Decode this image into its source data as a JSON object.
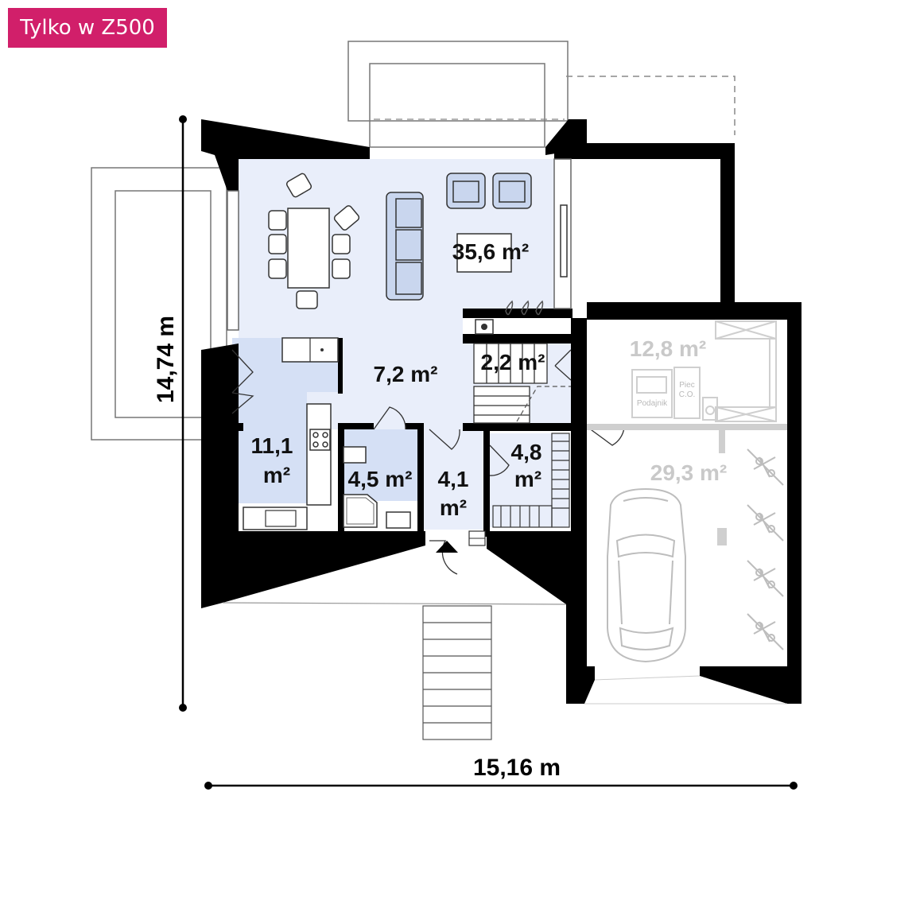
{
  "badge": {
    "label": "Tylko w Z500",
    "color": "#d11f6a"
  },
  "colors": {
    "room_fill": "#e9eefa",
    "kitchen_fill": "#d5e0f5",
    "furniture_fill": "#c9d6ee",
    "wall": "#000000",
    "garage_faded": "#cfcfcf"
  },
  "rooms": {
    "living": "35,6 m²",
    "hall": "7,2 m²",
    "stairs": "2,2 m²",
    "kitchen_line1": "11,1",
    "kitchen_line2": "m²",
    "bathroom": "4,5 m²",
    "vestibule_line1": "4,1",
    "vestibule_line2": "m²",
    "wardrobe_line1": "4,8",
    "wardrobe_line2": "m²",
    "boiler": "12,8 m²",
    "garage": "29,3 m²"
  },
  "labels": {
    "boiler": "Piec",
    "boiler2": "C.O.",
    "feeder": "Podajnik"
  },
  "dimensions": {
    "height": "14,74 m",
    "width": "15,16 m"
  }
}
